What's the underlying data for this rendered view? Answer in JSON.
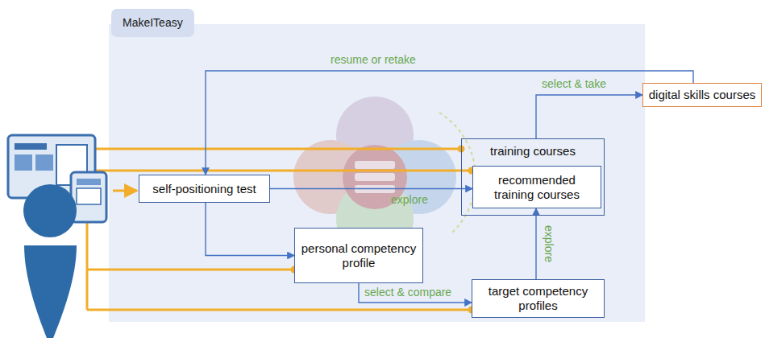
{
  "diagram": {
    "nodes": [
      {
        "text": [
          "MakeITeasy"
        ]
      },
      {
        "text": [
          "self-positioning test"
        ],
        "in": 0
      },
      {
        "text": [
          "training courses"
        ],
        "in": 0
      },
      {
        "text": [
          "recommended training courses"
        ],
        "in": 2
      },
      {
        "text": [
          "personal competency profile"
        ],
        "in": 0
      },
      {
        "text": [
          "target competency profiles"
        ],
        "in": 0
      },
      {
        "text": [
          "digital skills courses"
        ]
      }
    ],
    "edges": [
      {
        "from": 6,
        "to": 1,
        "label": "resume or retake",
        "arrow": "to"
      },
      {
        "from": 2,
        "to": 6,
        "label": "select & take",
        "arrow": "to"
      },
      {
        "from": 1,
        "to": 3,
        "label": "explore",
        "arrow": "to"
      },
      {
        "from": 1,
        "to": 4,
        "arrow": "to"
      },
      {
        "from": 4,
        "to": 5,
        "label": "select & compare",
        "arrow": "to"
      },
      {
        "from": 5,
        "to": 3,
        "label": "explore",
        "arrow": "to"
      }
    ]
  }
}
